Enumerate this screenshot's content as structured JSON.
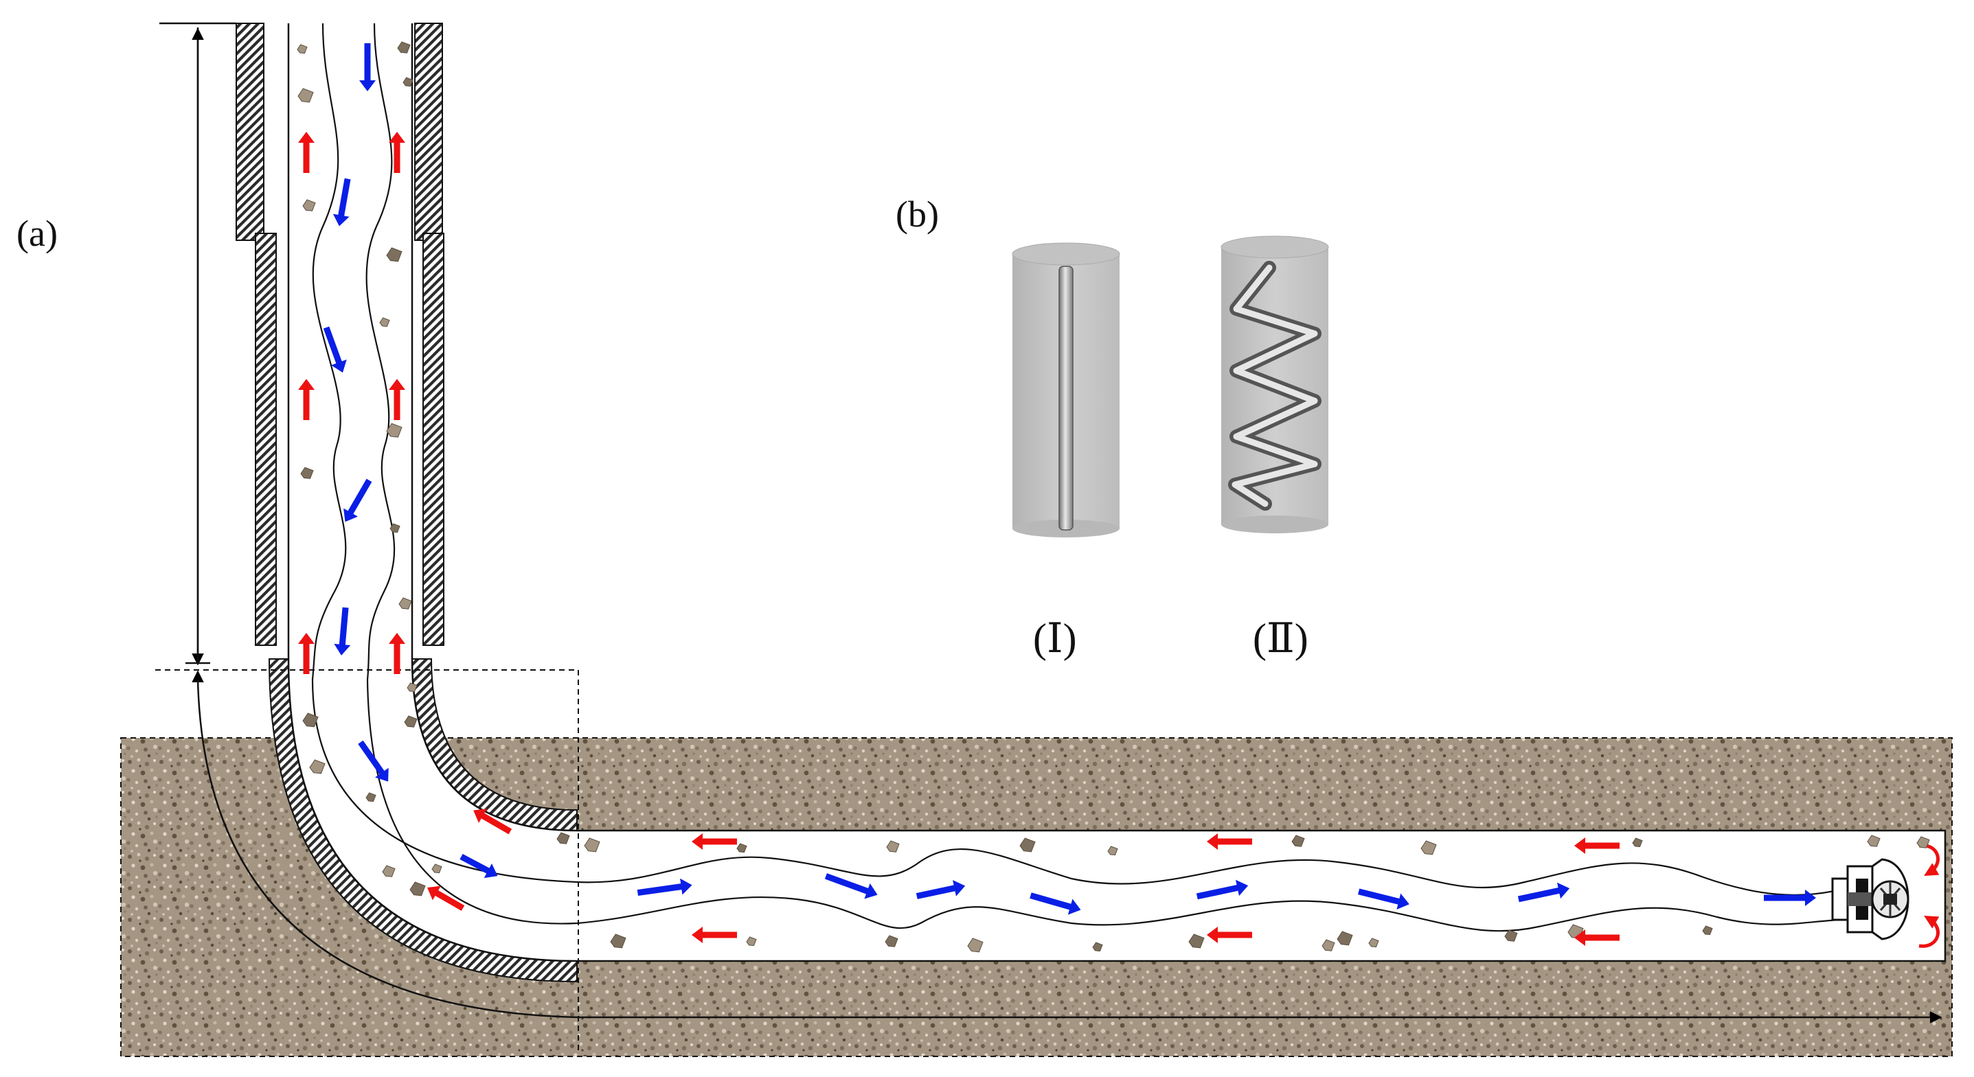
{
  "panel_labels": {
    "a": "(a)",
    "b": "(b)"
  },
  "sample_labels": {
    "one": "(Ⅰ)",
    "two": "(Ⅱ)"
  },
  "colors": {
    "formation": "#9a8b78",
    "formation_speck_dark": "#6b5d4c",
    "formation_speck_light": "#d6cbbb",
    "casing_hatch": "#333333",
    "flow_down": "#0a1fe6",
    "flow_return": "#ee1111",
    "cuttings": "#8b7d6b",
    "cylinder_body": "#c8c8c8",
    "cylinder_top": "#bdbdbd",
    "groove": "#8e8e8e"
  },
  "icons": [
    "drill-bit-icon",
    "flow-arrow-icon",
    "cutting-particle-icon",
    "rotation-arrow-icon"
  ]
}
